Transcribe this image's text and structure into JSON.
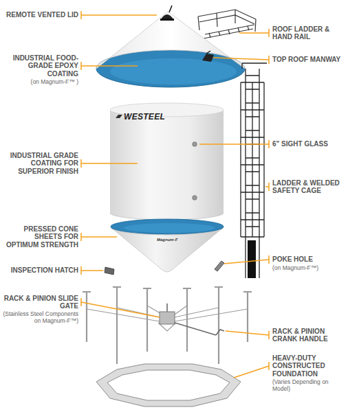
{
  "diagram": {
    "labels": [
      "REMOTE VENTED LID",
      "ROOF LADDER & HAND RAIL",
      "TOP ROOF MANWAY",
      "INDUSTRIAL FOOD-GRADE EPOXY COATING",
      "(on Magnum-F™ )",
      "WESTEEL",
      "6\" SIGHT GLASS",
      "INDUSTRIAL GRADE COATING FOR SUPERIOR FINISH",
      "LADDER & WELDED SAFETY CAGE",
      "PRESSED CONE SHEETS FOR OPTIMUM STRENGTH",
      "Magnum-F",
      "INSPECTION HATCH",
      "POKE HOLE",
      "(on Magnum-F™)",
      "RACK & PINION SLIDE GATE",
      "(Stainless Steel Components on Magnum-F™)",
      "RACK & PINION CRANK HANDLE",
      "HEAVY-DUTY CONSTRUCTED FOUNDATION",
      "(Varies Depending on Model)"
    ]
  }
}
